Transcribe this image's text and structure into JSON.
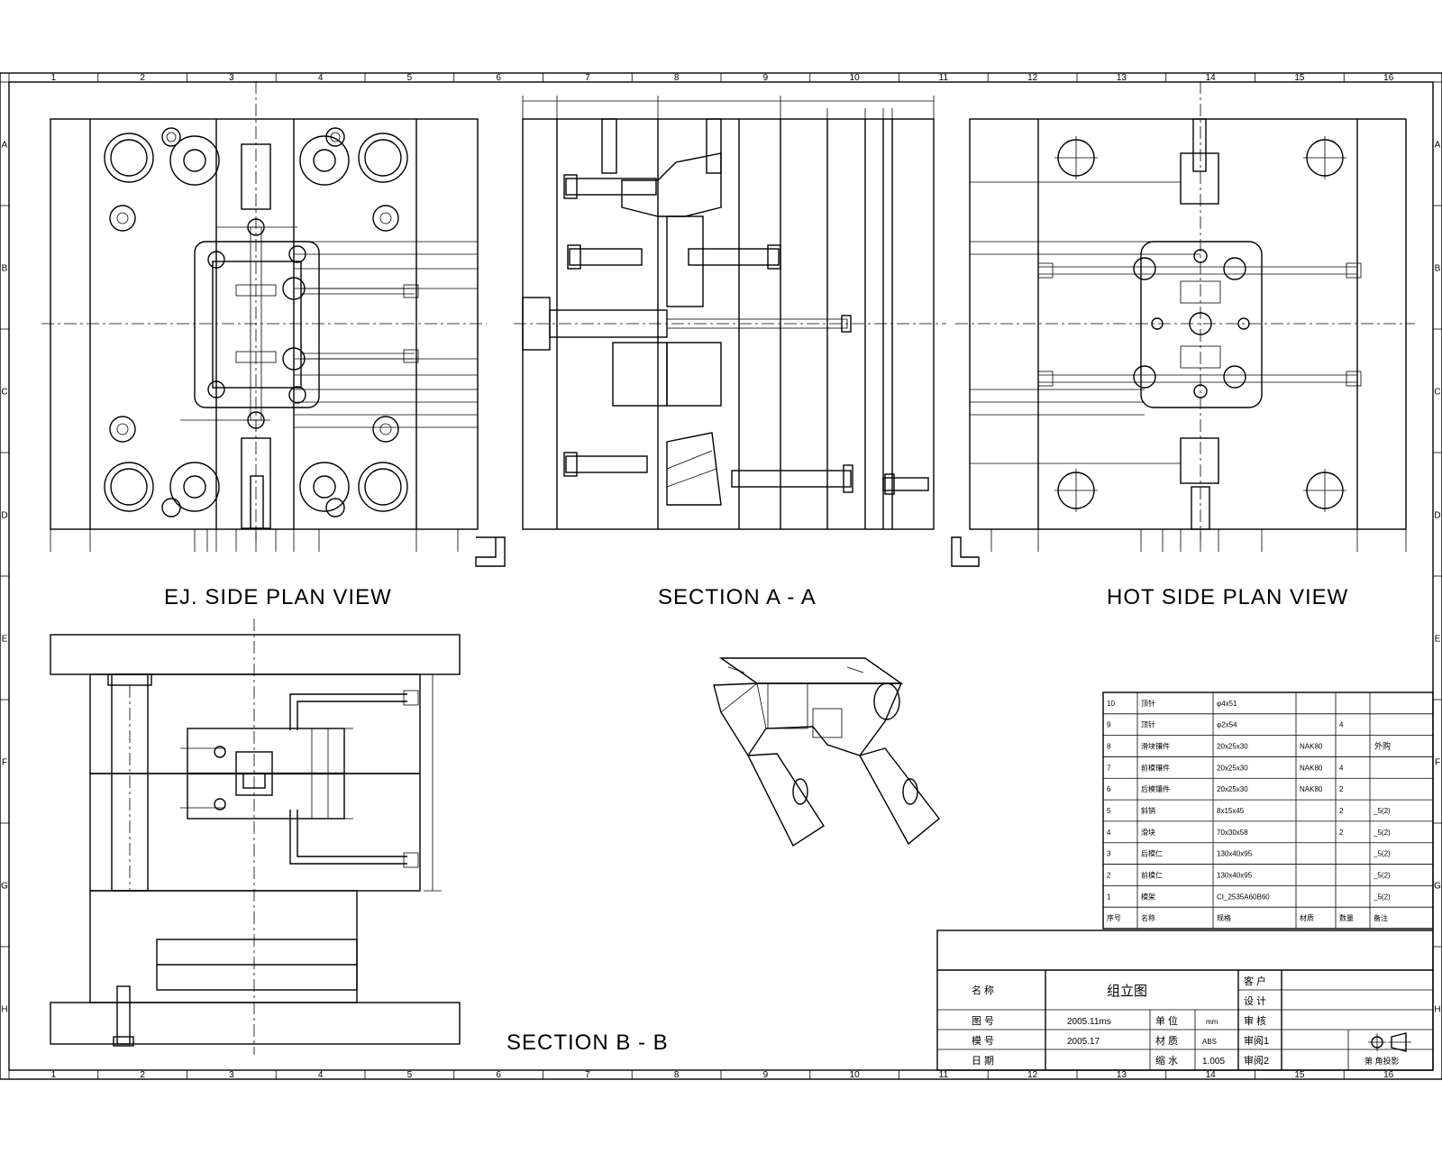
{
  "views": {
    "ej_side": "EJ. SIDE PLAN VIEW",
    "section_aa": "SECTION A - A",
    "hot_side": "HOT SIDE PLAN VIEW",
    "section_bb": "SECTION B - B"
  },
  "zones": {
    "columns": [
      "1",
      "2",
      "3",
      "4",
      "5",
      "6",
      "7",
      "8",
      "9",
      "10",
      "11",
      "12",
      "13",
      "14",
      "15",
      "16"
    ],
    "rows": [
      "A",
      "B",
      "C",
      "D",
      "E",
      "F",
      "G",
      "H"
    ]
  },
  "bom": {
    "rows": [
      {
        "no": "10",
        "name": "顶针",
        "spec": "φ4x51",
        "mat": "",
        "qty": "",
        "note": ""
      },
      {
        "no": "9",
        "name": "顶针",
        "spec": "φ2x54",
        "mat": "",
        "qty": "4",
        "note": ""
      },
      {
        "no": "8",
        "name": "滑块镶件",
        "spec": "20x25x30",
        "mat": "NAK80",
        "qty": "",
        "note": ""
      },
      {
        "no": "7",
        "name": "前模镶件",
        "spec": "20x25x30",
        "mat": "NAK80",
        "qty": "4",
        "note": ""
      },
      {
        "no": "6",
        "name": "后模镶件",
        "spec": "20x25x30",
        "mat": "NAK80",
        "qty": "2",
        "note": ""
      },
      {
        "no": "5",
        "name": "斜销",
        "spec": "8x15x45",
        "mat": "",
        "qty": "2",
        "note": "_5(2)"
      },
      {
        "no": "4",
        "name": "滑块",
        "spec": "70x30x58",
        "mat": "",
        "qty": "2",
        "note": "_5(2)"
      },
      {
        "no": "3",
        "name": "后模仁",
        "spec": "130x40x95",
        "mat": "",
        "qty": "",
        "note": "_5(2)"
      },
      {
        "no": "2",
        "name": "前模仁",
        "spec": "130x40x95",
        "mat": "",
        "qty": "",
        "note": "_5(2)"
      },
      {
        "no": "1",
        "name": "模架",
        "spec": "CI_2535A60B60",
        "mat": "",
        "qty": "",
        "note": "_5(2)"
      }
    ],
    "merged_note": "外购",
    "header": {
      "no": "序号",
      "name": "名称",
      "spec": "规格",
      "mat": "材质",
      "qty": "数量",
      "note": "备注"
    }
  },
  "title_block": {
    "name_label": "名 称",
    "name_value": "组立图",
    "customer_label": "客 户",
    "design_label": "设 计",
    "drawing_no_label": "图 号",
    "drawing_no_value": "2005.11ms",
    "unit_label": "单 位",
    "unit_value": "mm",
    "review_label": "审 核",
    "part_no_label": "模 号",
    "part_no_value": "2005.17",
    "material_label": "材 质",
    "material_value": "ABS",
    "approve1_label": "审阅1",
    "date_label": "日 期",
    "shrink_label": "缩 水",
    "shrink_value": "1.005",
    "approve2_label": "审阅2",
    "logo_caption": "第 角投影"
  }
}
